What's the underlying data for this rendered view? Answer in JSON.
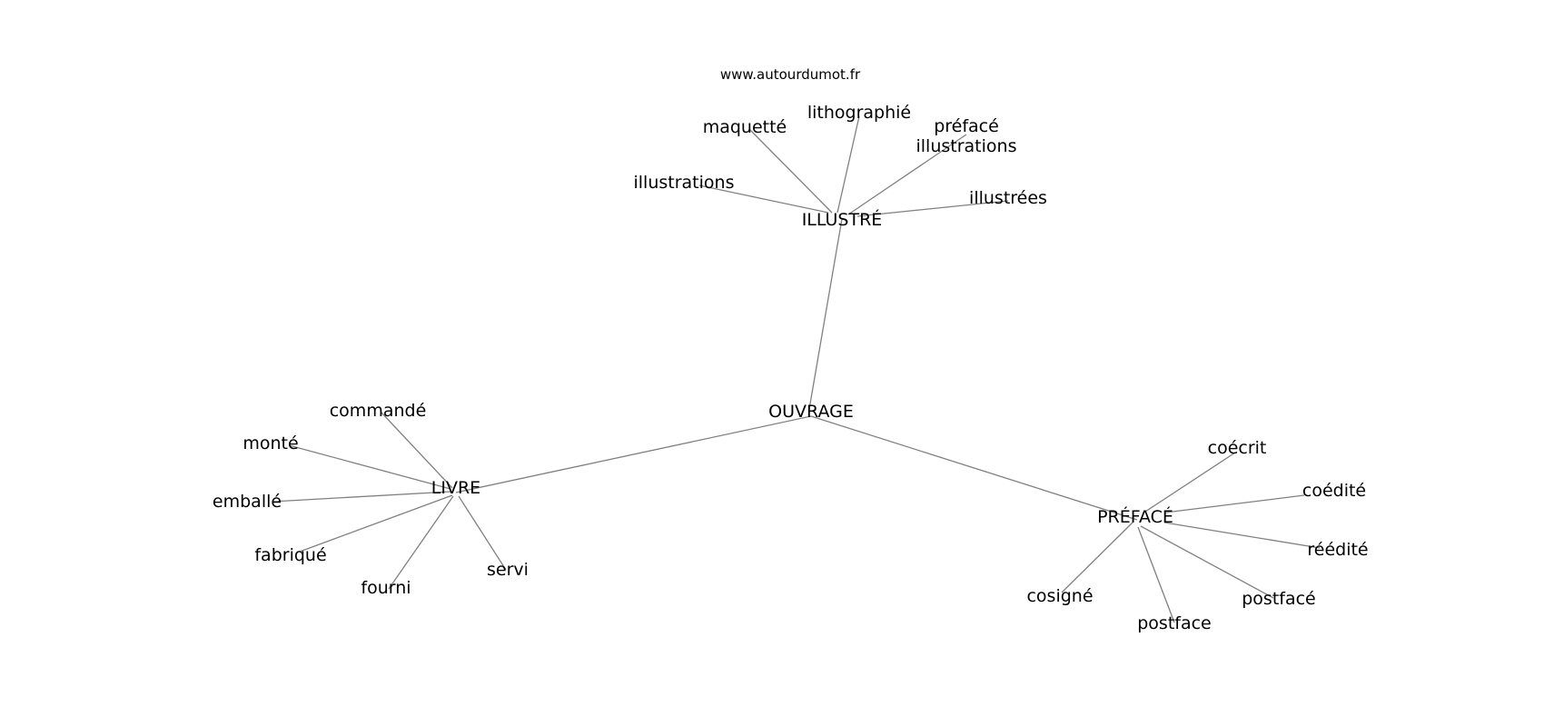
{
  "credit": "www.autourdumot.fr",
  "graph": {
    "center": "OUVRAGE",
    "hubs": [
      {
        "label": "ILLUSTRÉ",
        "children": [
          "maquetté",
          "lithographié",
          "préfacé illustrations",
          "illustrations",
          "illustrées"
        ]
      },
      {
        "label": "LIVRE",
        "children": [
          "commandé",
          "monté",
          "emballé",
          "fabriqué",
          "fourni",
          "servi"
        ]
      },
      {
        "label": "PRÉFACÉ",
        "children": [
          "coécrit",
          "coédité",
          "réédité",
          "postfacé",
          "postface",
          "cosigné"
        ]
      }
    ]
  }
}
